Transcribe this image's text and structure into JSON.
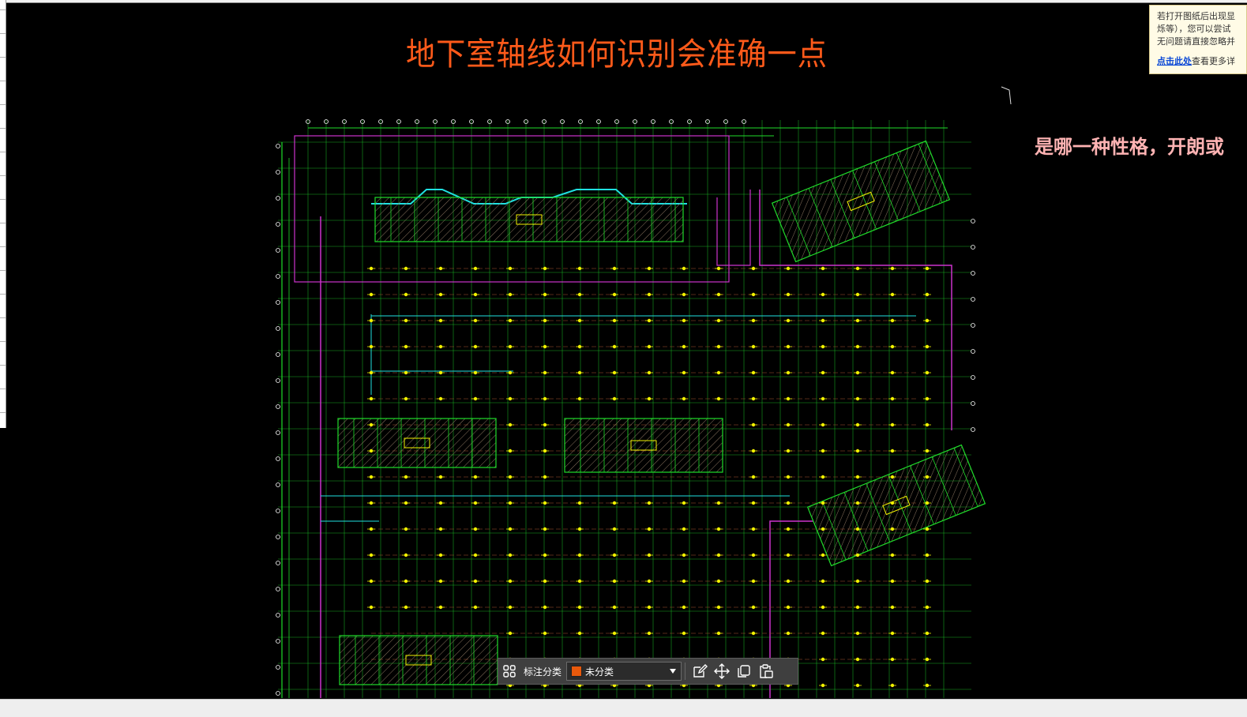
{
  "drawing": {
    "title": "地下室轴线如何识别会准确一点",
    "side_caption": "是哪一种性格，开朗或"
  },
  "notice": {
    "lines": [
      "若打开图纸后出现显",
      "烁等），您可以尝试",
      "无问题请直接忽略并"
    ],
    "link_text": "点击此处",
    "link_suffix": "查看更多详"
  },
  "toolbar": {
    "category_label": "标注分类",
    "category_value": "未分类",
    "category_color": "#e8590c",
    "icons": [
      "grid-icon",
      "edit-icon",
      "move-icon",
      "copy-icon",
      "paste-icon"
    ]
  },
  "colors": {
    "background": "#000000",
    "axis_grid": "#1fdc2a",
    "wall": "#cc33cc",
    "title": "#ff5a1a",
    "column": "#f2f200",
    "beam": "#20e0e0"
  }
}
